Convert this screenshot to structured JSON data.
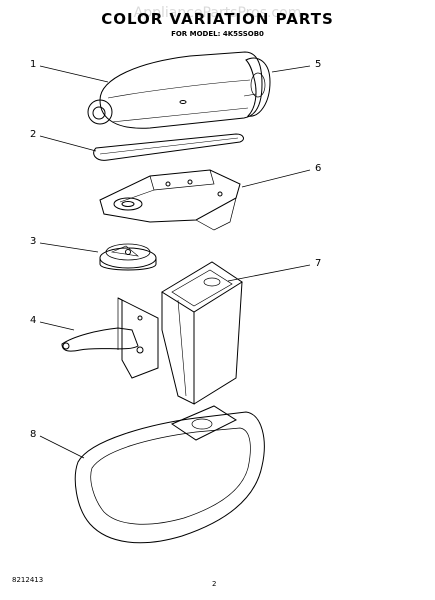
{
  "watermark": "AppliancePartsPros.com",
  "title": "COLOR VARIATION PARTS",
  "subtitle": "FOR MODEL: 4K5SSOB0",
  "callouts": [
    "1",
    "2",
    "3",
    "4",
    "5",
    "6",
    "7",
    "8"
  ],
  "footer": {
    "doc_number": "8212413",
    "page_number": "2"
  }
}
